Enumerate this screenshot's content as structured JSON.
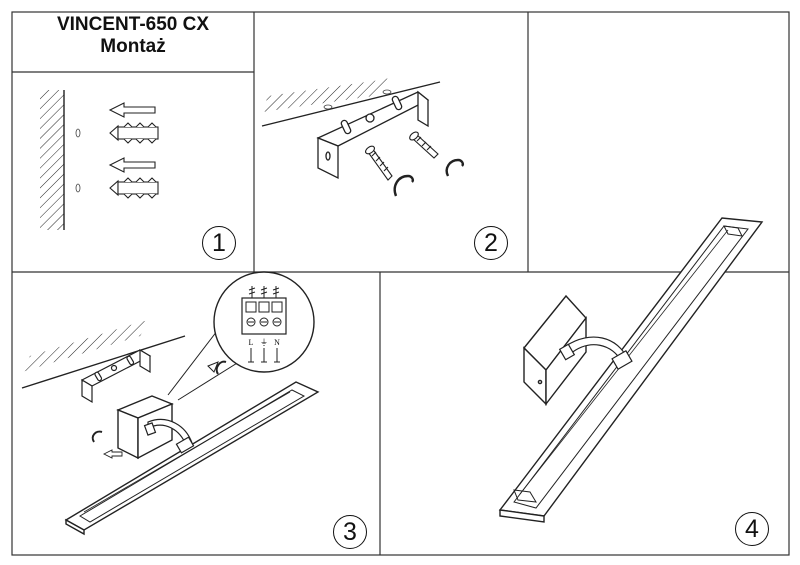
{
  "header": {
    "model": "VINCENT-650 CX",
    "subtitle": "Montaż"
  },
  "steps": [
    "1",
    "2",
    "3",
    "4"
  ],
  "terminal": {
    "labels": [
      "L",
      "⏚",
      "N"
    ]
  }
}
